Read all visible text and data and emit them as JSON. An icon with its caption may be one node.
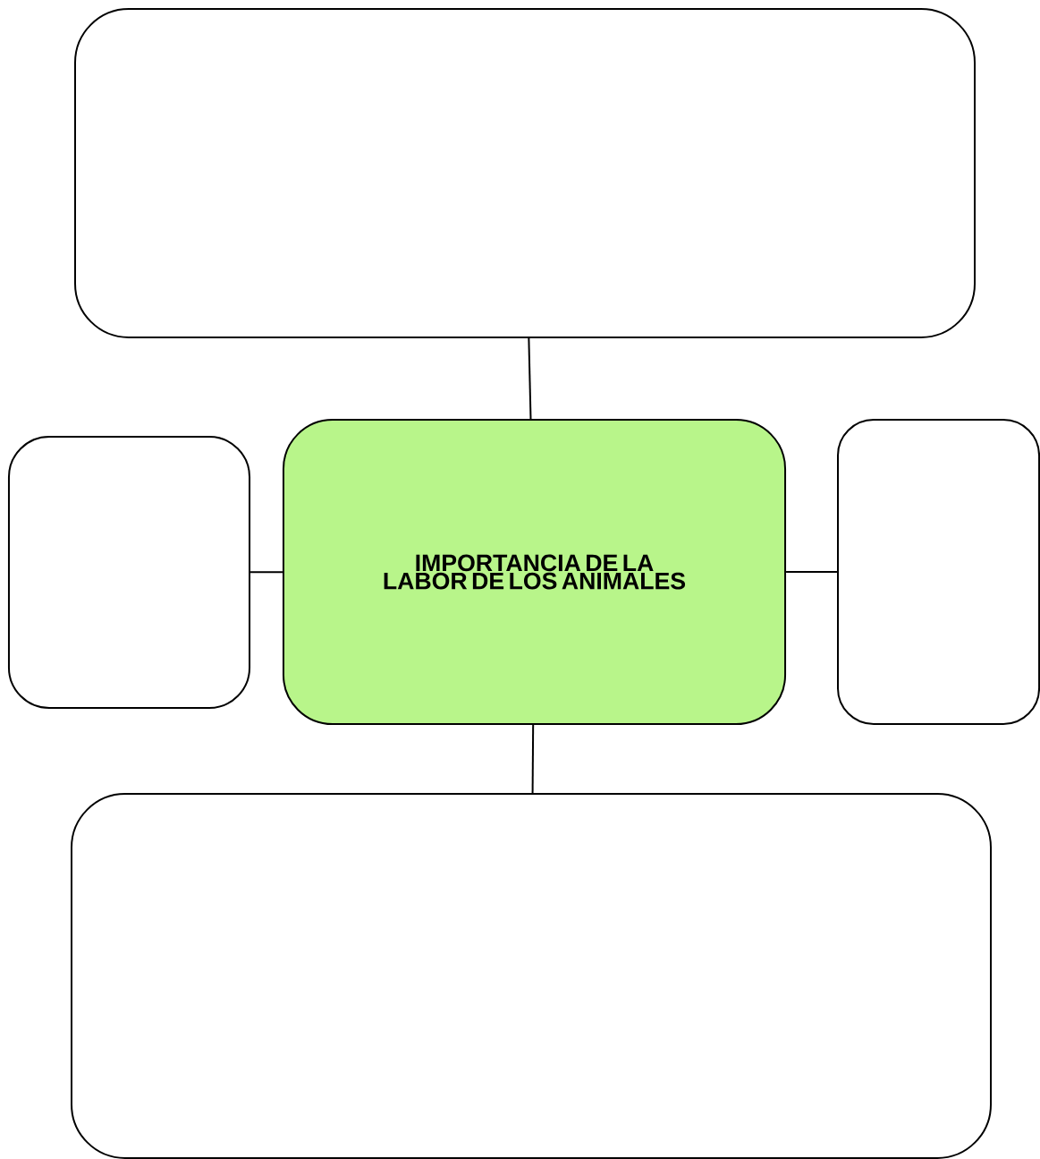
{
  "diagram": {
    "nodes": [
      {
        "text": [],
        "shape": "box"
      },
      {
        "text": [],
        "shape": "box"
      },
      {
        "text": [
          "IMPORTANCIA DE LA LABOR DE LOS ANIMALES"
        ]
      },
      {
        "text": [],
        "shape": "box"
      },
      {
        "text": [],
        "shape": "box"
      }
    ],
    "edges": [
      {
        "from": 0,
        "to": 2,
        "arrow": "none"
      },
      {
        "from": 1,
        "to": 2,
        "arrow": "none"
      },
      {
        "from": 2,
        "to": 3,
        "arrow": "none"
      },
      {
        "from": 2,
        "to": 4,
        "arrow": "none"
      }
    ]
  }
}
